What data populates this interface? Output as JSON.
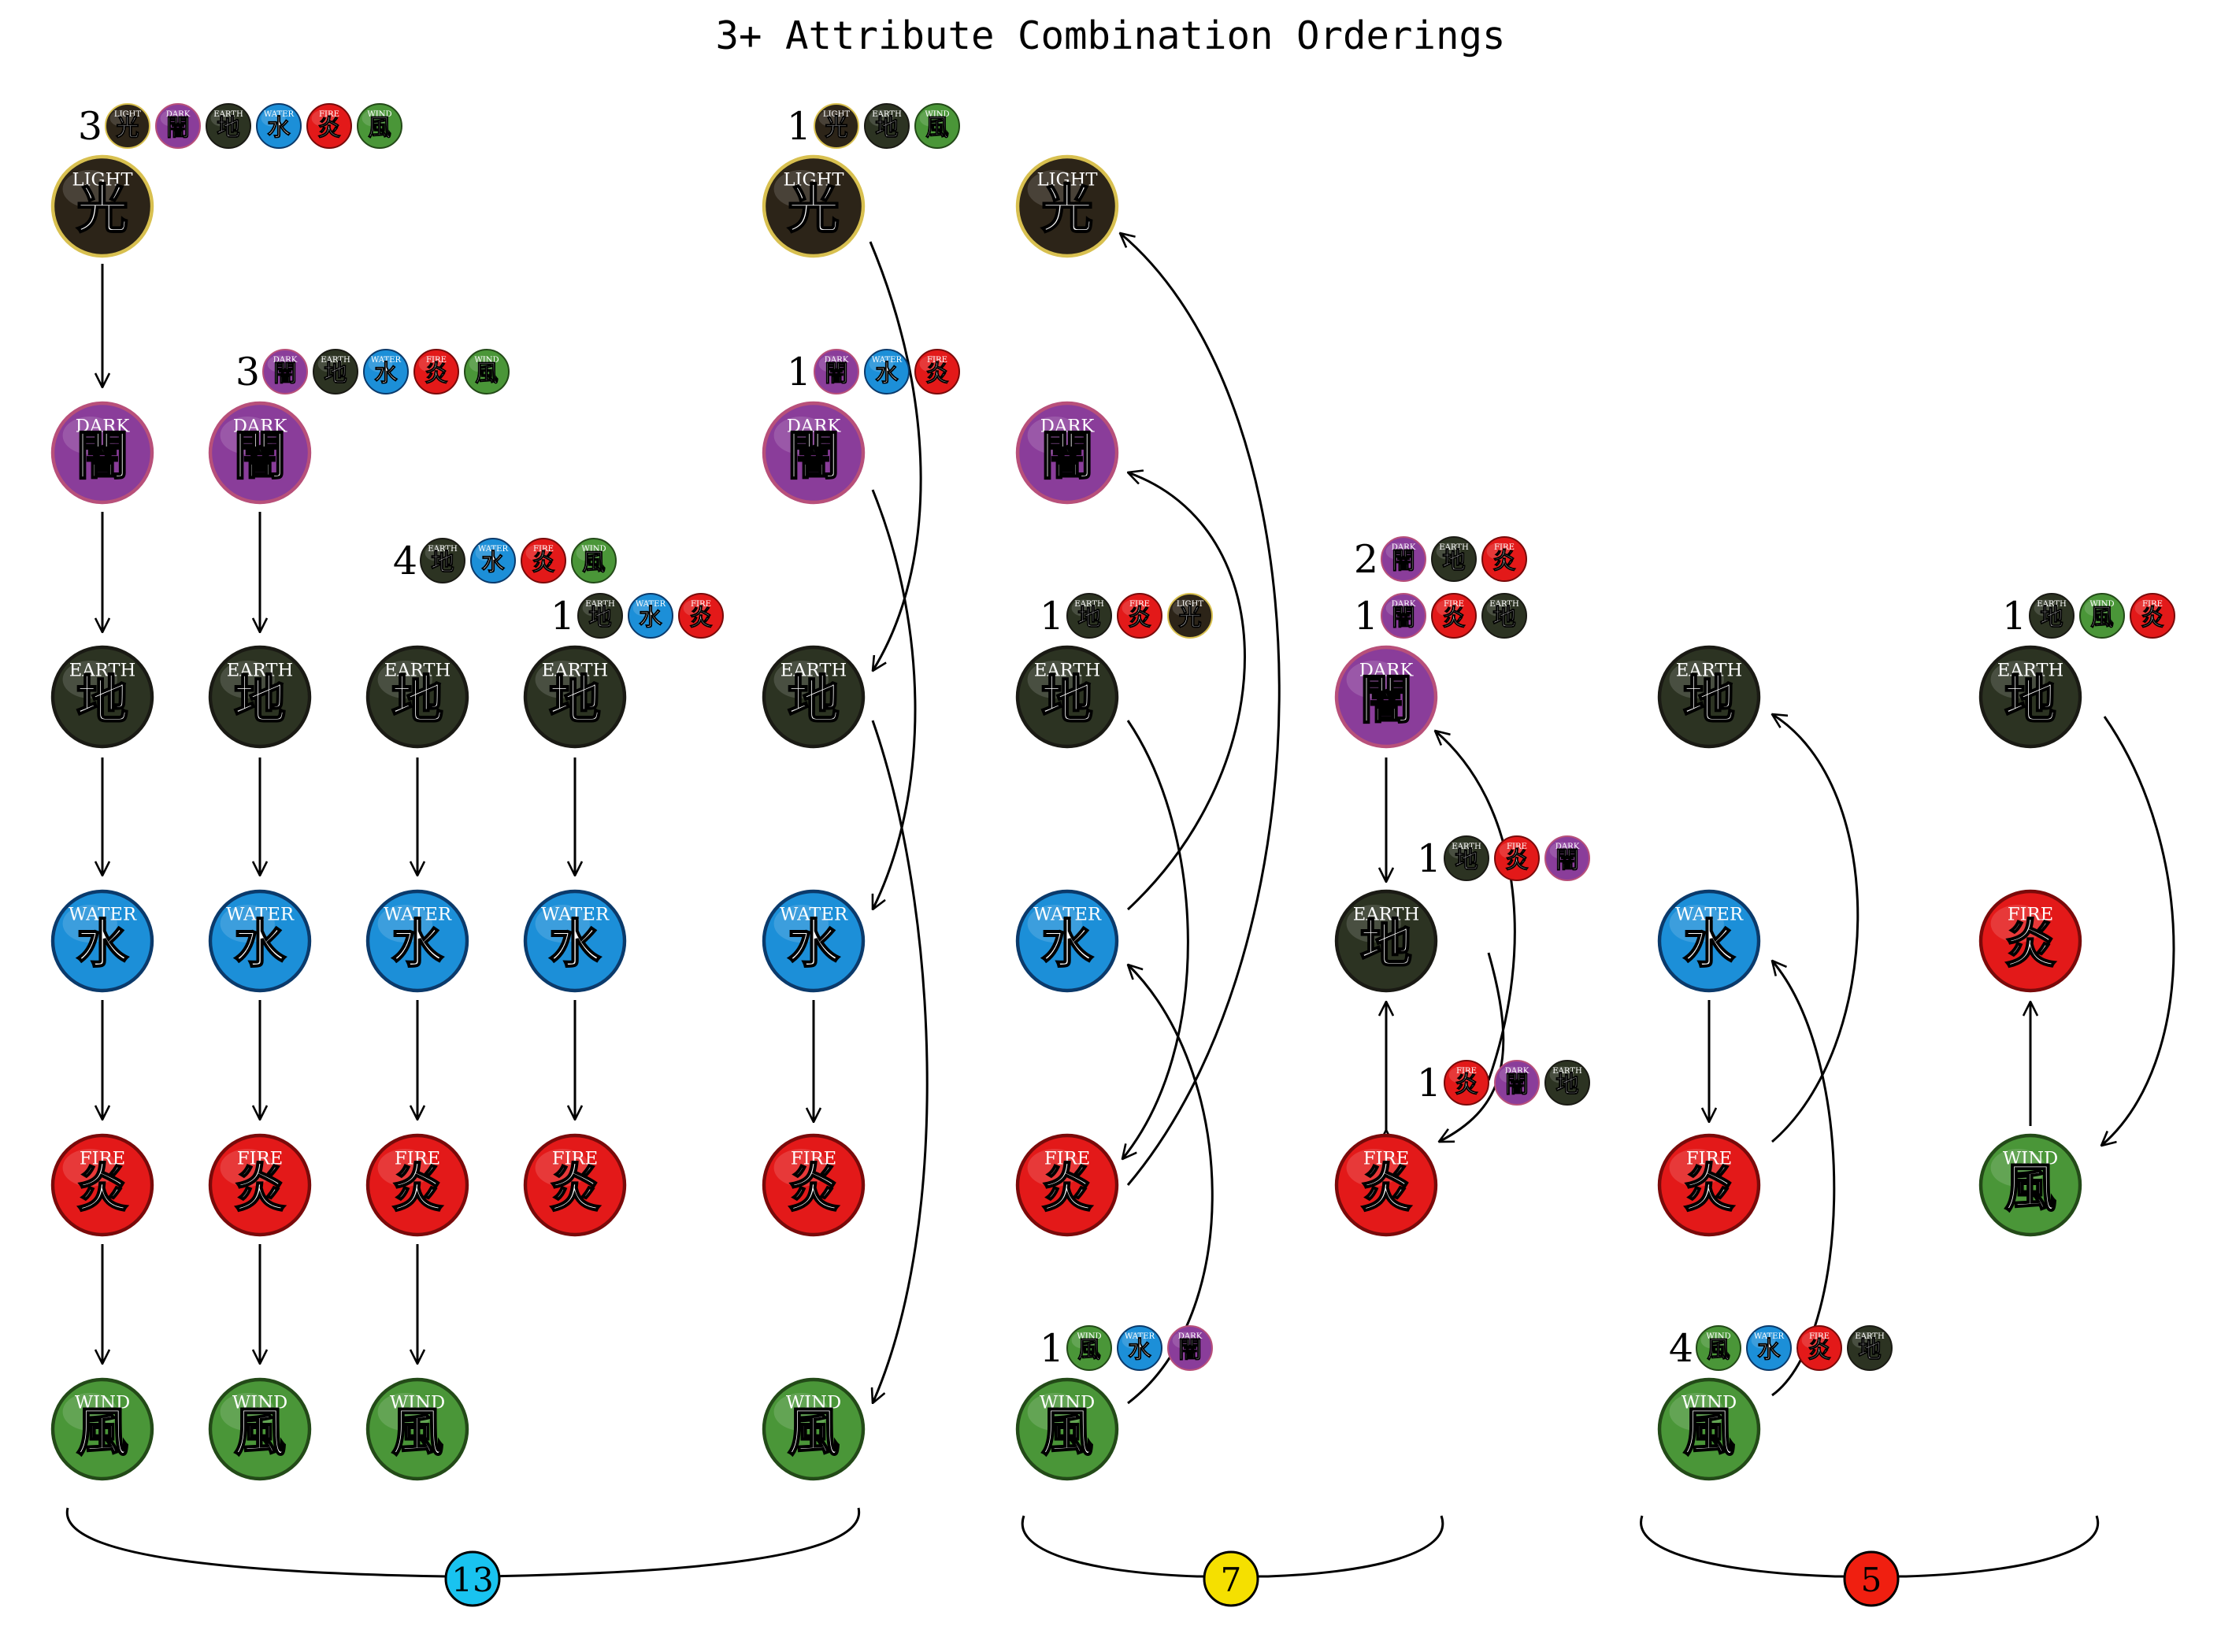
{
  "title": "3+ Attribute Combination Orderings",
  "attributes": {
    "light": {
      "kanji": "光",
      "label": "LIGHT",
      "fill": "#2c2418",
      "rim": "#d8c050"
    },
    "dark": {
      "kanji": "闇",
      "label": "DARK",
      "fill": "#8a3d9a",
      "rim": "#b8507a"
    },
    "earth": {
      "kanji": "地",
      "label": "EARTH",
      "fill": "#2c3322",
      "rim": "#1a1a14"
    },
    "water": {
      "kanji": "水",
      "label": "WATER",
      "fill": "#1c8fd8",
      "rim": "#0b3a6b"
    },
    "fire": {
      "kanji": "炎",
      "label": "FIRE",
      "fill": "#e31919",
      "rim": "#7a0a0a"
    },
    "wind": {
      "kanji": "風",
      "label": "WIND",
      "fill": "#4a9638",
      "rim": "#234a18"
    }
  },
  "combos": [
    {
      "count": "3",
      "attrs": [
        "light",
        "dark",
        "earth",
        "water",
        "fire",
        "wind"
      ]
    },
    {
      "count": "3",
      "attrs": [
        "dark",
        "earth",
        "water",
        "fire",
        "wind"
      ]
    },
    {
      "count": "4",
      "attrs": [
        "earth",
        "water",
        "fire",
        "wind"
      ]
    },
    {
      "count": "1",
      "attrs": [
        "earth",
        "water",
        "fire"
      ]
    },
    {
      "count": "1",
      "attrs": [
        "light",
        "earth",
        "wind"
      ]
    },
    {
      "count": "1",
      "attrs": [
        "dark",
        "water",
        "fire"
      ]
    },
    {
      "count": "1",
      "attrs": [
        "earth",
        "fire",
        "light"
      ]
    },
    {
      "count": "1",
      "attrs": [
        "wind",
        "water",
        "dark"
      ]
    },
    {
      "count": "2",
      "attrs": [
        "dark",
        "earth",
        "fire"
      ]
    },
    {
      "count": "1",
      "attrs": [
        "dark",
        "fire",
        "earth"
      ]
    },
    {
      "count": "1",
      "attrs": [
        "earth",
        "fire",
        "dark"
      ]
    },
    {
      "count": "1",
      "attrs": [
        "fire",
        "dark",
        "earth"
      ]
    },
    {
      "count": "4",
      "attrs": [
        "wind",
        "water",
        "fire",
        "earth"
      ]
    },
    {
      "count": "1",
      "attrs": [
        "earth",
        "wind",
        "fire"
      ]
    }
  ],
  "groups": [
    {
      "total": "13",
      "color": "#19c3f0"
    },
    {
      "total": "7",
      "color": "#f5e000"
    },
    {
      "total": "5",
      "color": "#f01f10"
    }
  ]
}
